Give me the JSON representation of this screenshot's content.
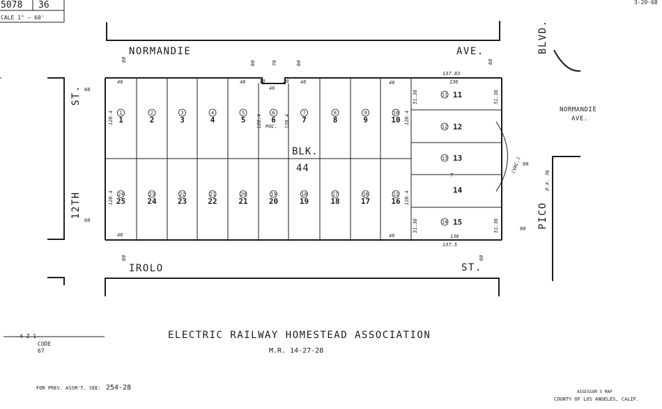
{
  "header": {
    "map_book": "5078",
    "map_page": "36",
    "scale": "CALE 1\" — 60'",
    "date": "3-20-68"
  },
  "streets": {
    "north": "NORMANDIE",
    "north_suffix": "AVE.",
    "south": "IROLO",
    "south_suffix": "ST.",
    "west_a": "ST.",
    "west_b": "12TH",
    "east": "PICO",
    "east_top": "BLVD.",
    "east_normandie": "NORMANDIE",
    "east_normandie_suffix": "AVE.",
    "east_pf": "P.F. 76"
  },
  "street_widths": {
    "north_left": "60",
    "north_mid_a": "60",
    "north_mid_b": "70",
    "north_mid_c": "60",
    "north_right": "60",
    "south_left": "60",
    "south_right": "60",
    "west_top": "60",
    "west_bottom": "60",
    "east_top": "80",
    "east_bottom": "80"
  },
  "block": {
    "label": "BLK.",
    "number": "44"
  },
  "lots_top": [
    {
      "lot": "1",
      "parcel": "1"
    },
    {
      "lot": "2",
      "parcel": "2"
    },
    {
      "lot": "3",
      "parcel": "3"
    },
    {
      "lot": "4",
      "parcel": "4"
    },
    {
      "lot": "5",
      "parcel": "5"
    },
    {
      "lot": "6",
      "parcel": "6"
    },
    {
      "lot": "7",
      "parcel": "7"
    },
    {
      "lot": "8",
      "parcel": "8"
    },
    {
      "lot": "9",
      "parcel": "9"
    },
    {
      "lot": "10",
      "parcel": "10"
    }
  ],
  "lots_bottom": [
    {
      "lot": "25",
      "parcel": "24"
    },
    {
      "lot": "24",
      "parcel": "23"
    },
    {
      "lot": "23",
      "parcel": "22"
    },
    {
      "lot": "22",
      "parcel": "21"
    },
    {
      "lot": "21",
      "parcel": "20"
    },
    {
      "lot": "20",
      "parcel": "19"
    },
    {
      "lot": "19",
      "parcel": "18"
    },
    {
      "lot": "18",
      "parcel": "17"
    },
    {
      "lot": "17",
      "parcel": "16"
    },
    {
      "lot": "16",
      "parcel": "12"
    }
  ],
  "lots_east": [
    {
      "lot": "11",
      "parcel": "11"
    },
    {
      "lot": "12",
      "parcel": "12"
    },
    {
      "lot": "13",
      "parcel": "13"
    },
    {
      "lot": "14",
      "parcel": ""
    },
    {
      "lot": "15",
      "parcel": "14"
    }
  ],
  "dimensions": {
    "front_46": "46",
    "ditto": "\"",
    "depth": "128.4",
    "depth_6a": "128.4",
    "depth_6b": "128.4",
    "poc": "POC.",
    "notch_a": "10",
    "notch_b": "46",
    "notch_c": "10",
    "east_top_a": "137.83",
    "east_top_b": "136",
    "east_side": "51.36",
    "east_bottom_a": "136",
    "east_bottom_b": "137.5",
    "vac": "(VAC.)",
    "seven": "7"
  },
  "footer": {
    "title": "ELECTRIC RAILWAY HOMESTEAD ASSOCIATION",
    "record": "M.R. 14-27-28",
    "code_label": "CODE",
    "code_value": "67",
    "code_mark": "4  Z  1",
    "prev": "FOR PREV. ASSM'T. SEE:",
    "prev_ref": "254-28",
    "assessor": "ASSESSOR'S MAP",
    "county": "COUNTY OF LOS ANGELES, CALIF."
  }
}
